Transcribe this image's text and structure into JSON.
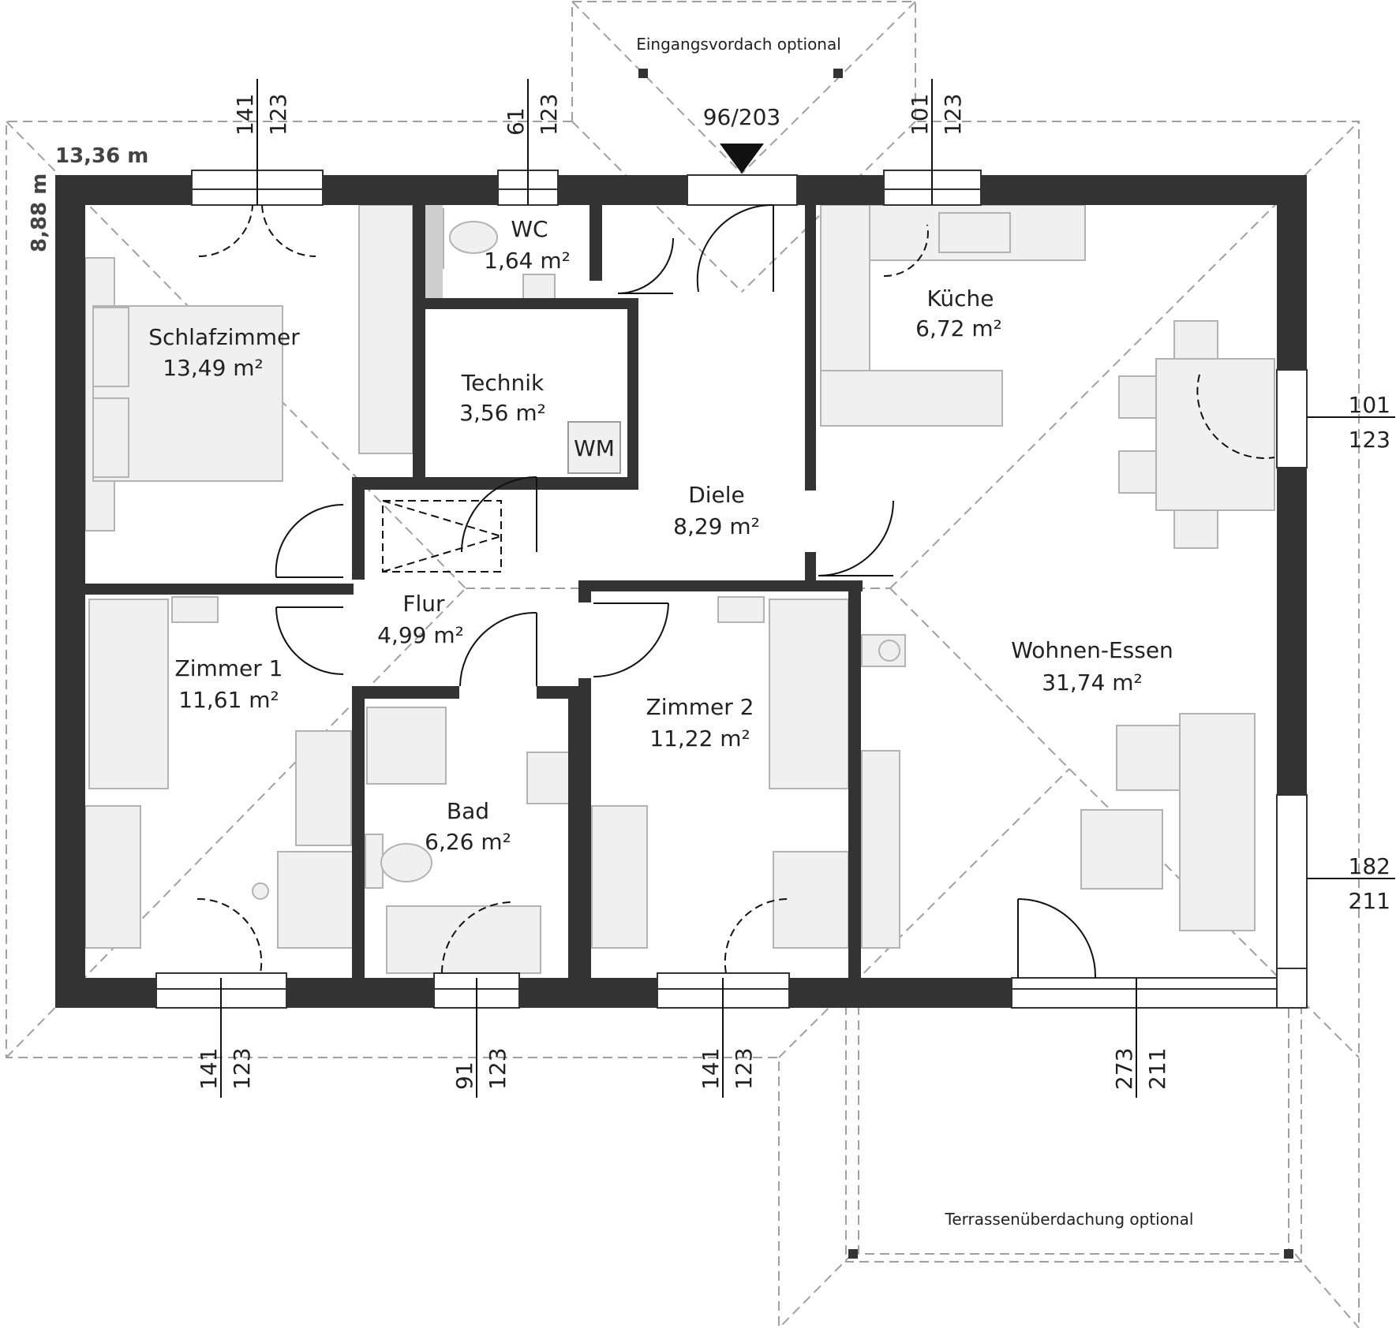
{
  "plan": {
    "width_label": "13,36 m",
    "depth_label": "8,88 m",
    "entrance_door": "96/203",
    "porch_label": "Eingangsvordach optional",
    "terrace_label": "Terrassenüberdachung optional",
    "washer_label": "WM"
  },
  "rooms": [
    {
      "name": "Schlafzimmer",
      "area": "13,49 m²"
    },
    {
      "name": "WC",
      "area": "1,64 m²"
    },
    {
      "name": "Technik",
      "area": "3,56 m²"
    },
    {
      "name": "Küche",
      "area": "6,72 m²"
    },
    {
      "name": "Diele",
      "area": "8,29 m²"
    },
    {
      "name": "Flur",
      "area": "4,99 m²"
    },
    {
      "name": "Zimmer 1",
      "area": "11,61 m²"
    },
    {
      "name": "Bad",
      "area": "6,26 m²"
    },
    {
      "name": "Zimmer 2",
      "area": "11,22 m²"
    },
    {
      "name": "Wohnen-Essen",
      "area": "31,74 m²"
    }
  ],
  "windows": {
    "top": [
      {
        "width": "141",
        "height": "123"
      },
      {
        "width": "61",
        "height": "123"
      },
      {
        "width": "101",
        "height": "123"
      }
    ],
    "right": [
      {
        "width": "101",
        "height": "123"
      },
      {
        "width": "182",
        "height": "211"
      }
    ],
    "bottom": [
      {
        "width": "141",
        "height": "123"
      },
      {
        "width": "91",
        "height": "123"
      },
      {
        "width": "141",
        "height": "123"
      },
      {
        "width": "273",
        "height": "211"
      }
    ]
  }
}
